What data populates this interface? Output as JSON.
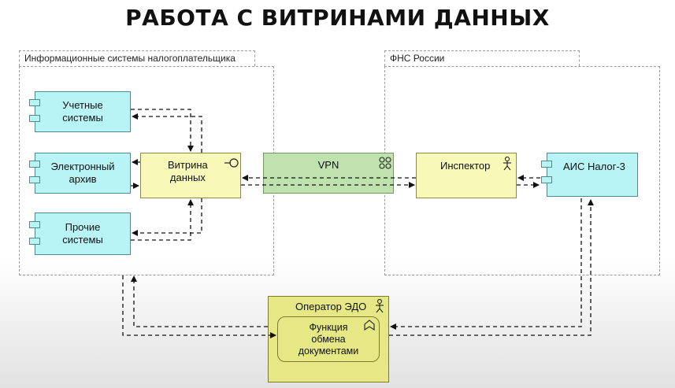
{
  "title": "РАБОТА С ВИТРИНАМИ ДАННЫХ",
  "groups": {
    "taxpayer": "Информационные системы налогоплательщика",
    "fns": "ФНС России"
  },
  "nodes": {
    "accounting": "Учетные\nсистемы",
    "archive": "Электронный\nархив",
    "other": "Прочие\nсистемы",
    "vitrina": "Витрина\nданных",
    "vpn": "VPN",
    "inspector": "Инспектор",
    "ais": "АИС Налог-3",
    "operator": "Оператор ЭДО",
    "function": "Функция\nобмена\nдокументами"
  },
  "icons": {
    "vitrina": "interface-icon",
    "vpn": "network-icon",
    "inspector": "actor-icon",
    "operator": "actor-icon",
    "function": "function-icon"
  },
  "colors": {
    "application_component": "#b8f4f6",
    "data_element": "#f8f8b8",
    "network": "#bfe2ae",
    "operator": "#e6e886"
  }
}
